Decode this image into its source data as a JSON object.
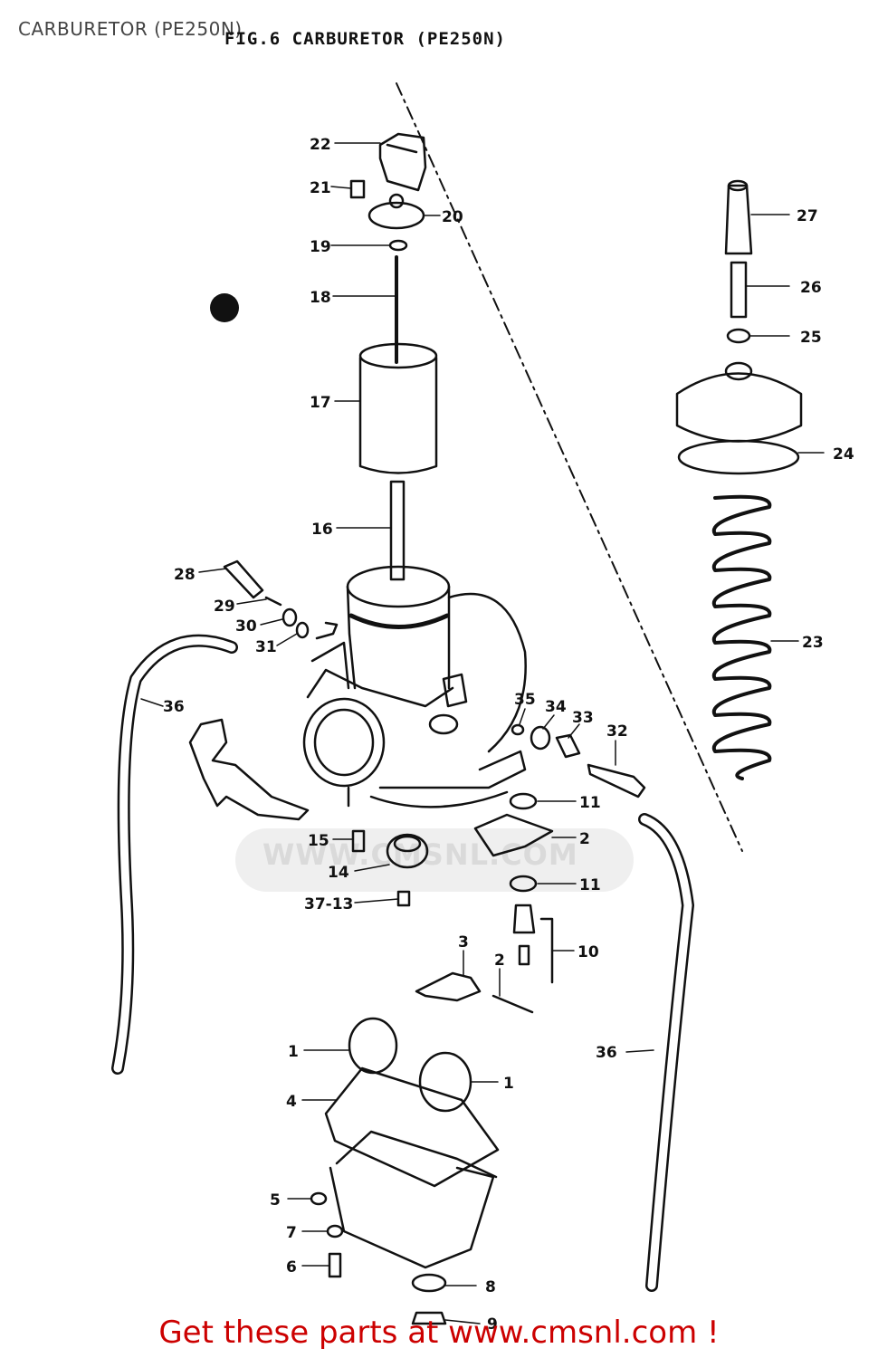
{
  "page": {
    "title": "CARBURETOR (PE250N)",
    "figure_title": "FIG.6  CARBURETOR  (PE250N)",
    "watermark": "WWW.CMSNL.COM",
    "footer": "Get these parts at www.cmsnl.com !"
  },
  "callouts": [
    "22",
    "21",
    "20",
    "19",
    "18",
    "17",
    "16",
    "28",
    "29",
    "30",
    "31",
    "36",
    "35",
    "34",
    "33",
    "32",
    "11",
    "2",
    "11",
    "15",
    "14",
    "37-13",
    "10",
    "3",
    "2",
    "1",
    "1",
    "4",
    "36",
    "5",
    "7",
    "6",
    "8",
    "9",
    "27",
    "26",
    "25",
    "24",
    "23"
  ],
  "colors": {
    "ink": "#111111",
    "footer": "#cc0000"
  }
}
